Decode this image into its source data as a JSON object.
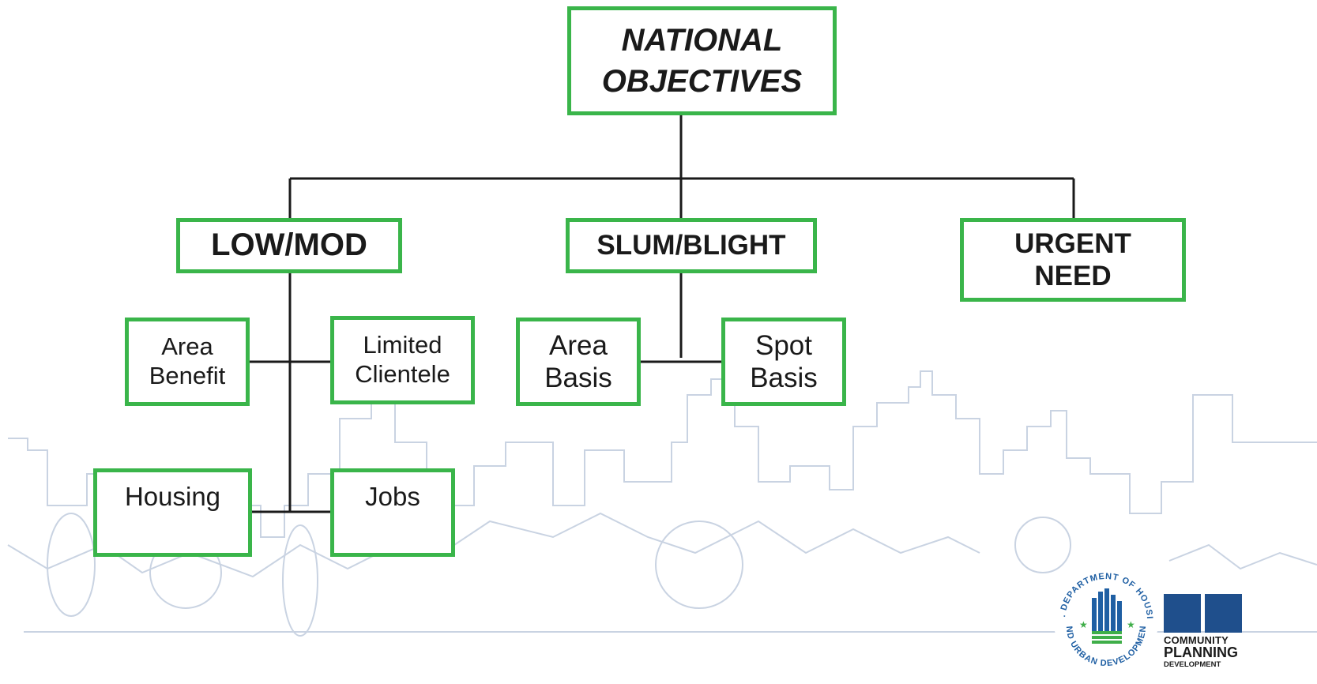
{
  "diagram": {
    "root": {
      "lines": [
        "NATIONAL",
        "OBJECTIVES"
      ]
    },
    "objectives": [
      {
        "lines": [
          "LOW/MOD"
        ]
      },
      {
        "lines": [
          "SLUM/BLIGHT"
        ]
      },
      {
        "lines": [
          "URGENT",
          "NEED"
        ]
      }
    ],
    "low_mod_categories": [
      {
        "lines": [
          "Area",
          "Benefit"
        ]
      },
      {
        "lines": [
          "Limited",
          "Clientele"
        ]
      },
      {
        "lines": [
          "Housing"
        ]
      },
      {
        "lines": [
          "Jobs"
        ]
      }
    ],
    "slum_blight_categories": [
      {
        "lines": [
          "Area",
          "Basis"
        ]
      },
      {
        "lines": [
          "Spot",
          "Basis"
        ]
      }
    ]
  },
  "logos": {
    "hud_seal_text": "U.S. DEPARTMENT OF HOUSING AND URBAN DEVELOPMENT",
    "cpd_lines": [
      "COMMUNITY",
      "PLANNING",
      "&",
      "DEVELOPMENT"
    ]
  },
  "colors": {
    "box_border": "#3ab54a",
    "connector": "#1a1a1a",
    "skyline": "#c9d3e2",
    "hud_blue": "#1f5fa3",
    "hud_green": "#3fae49",
    "cpd_blue": "#1f4f8c"
  }
}
